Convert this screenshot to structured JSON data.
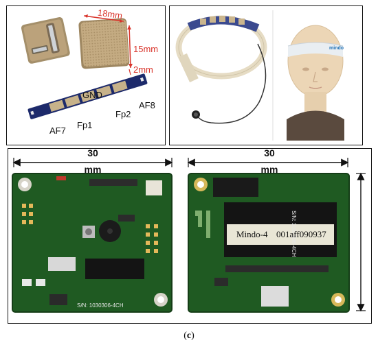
{
  "panel_a": {
    "dim_width": "18mm",
    "dim_height": "15mm",
    "dim_thickness": "2mm",
    "electrodes": {
      "gnd": "GND",
      "af7": "AF7",
      "fp1": "Fp1",
      "fp2": "Fp2",
      "af8": "AF8"
    }
  },
  "panel_b": {
    "headband_brand": "mindo"
  },
  "panel_c": {
    "left_dim_value": "30",
    "left_dim_unit": "mm",
    "right_dim_value": "30",
    "right_dim_unit": "mm",
    "left_serial": "S/N: 1030306-4CH",
    "right_serial": "S/N: 1030306-4CH",
    "chip_label_1": "Mindo-4",
    "chip_label_2": "001aff090937"
  },
  "caption": {
    "open": "(",
    "letter": "c",
    "close": ")"
  },
  "colors": {
    "pcb_green": "#1f5a22",
    "dim_red": "#d9342b",
    "sensor_tan": "#b8a07a",
    "strip_blue": "#1d2a6b"
  }
}
